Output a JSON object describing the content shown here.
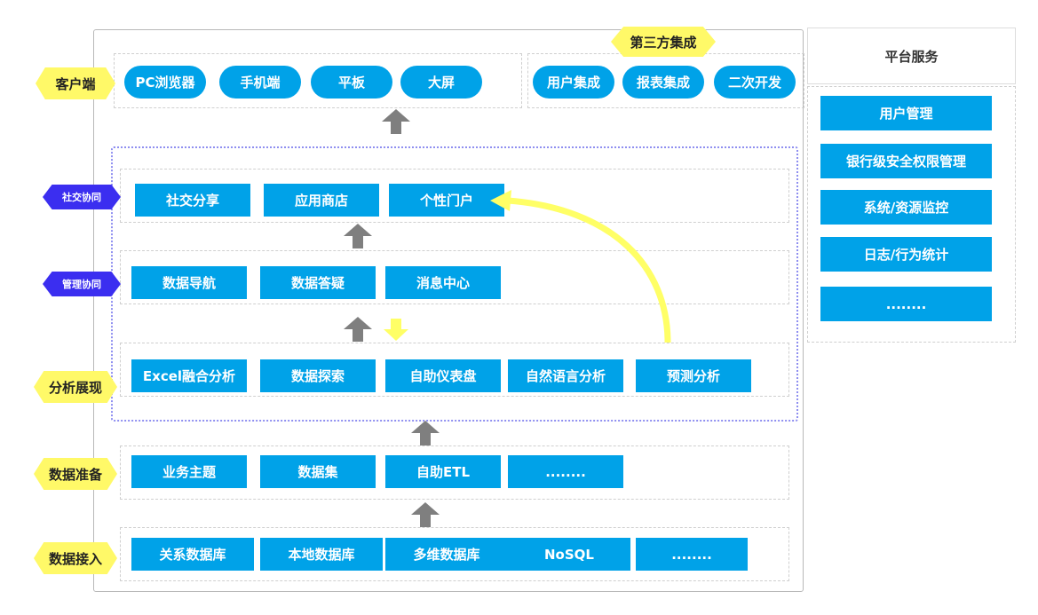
{
  "third_party": {
    "label": "第三方集成",
    "items": [
      "用户集成",
      "报表集成",
      "二次开发"
    ]
  },
  "client": {
    "label": "客户端",
    "items": [
      "PC浏览器",
      "手机端",
      "平板",
      "大屏"
    ]
  },
  "social": {
    "label": "社交协同",
    "items": [
      "社交分享",
      "应用商店",
      "个性门户"
    ]
  },
  "management": {
    "label": "管理协同",
    "items": [
      "数据导航",
      "数据答疑",
      "消息中心"
    ]
  },
  "analysis": {
    "label": "分析展现",
    "items": [
      "Excel融合分析",
      "数据探索",
      "自助仪表盘",
      "自然语言分析",
      "预测分析"
    ]
  },
  "prep": {
    "label": "数据准备",
    "items": [
      "业务主题",
      "数据集",
      "自助ETL",
      "........"
    ]
  },
  "access": {
    "label": "数据接入",
    "items": [
      "关系数据库",
      "本地数据库",
      "多维数据库",
      "NoSQL",
      "........"
    ]
  },
  "platform": {
    "title": "平台服务",
    "items": [
      "用户管理",
      "银行级安全权限管理",
      "系统/资源监控",
      "日志/行为统计",
      "........"
    ]
  },
  "colors": {
    "box": "#00a2e8",
    "tag_yellow": "#fff968",
    "tag_blue": "#3b2ef0",
    "arrow_gray": "#7f7f7f",
    "arrow_yellow": "#ffff66"
  }
}
